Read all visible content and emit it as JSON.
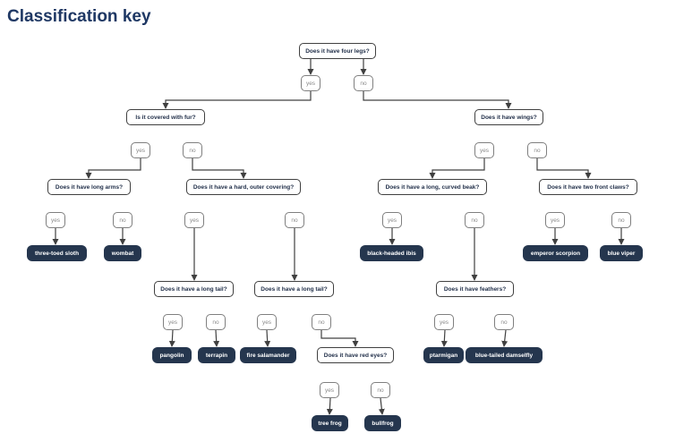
{
  "title": "Classification key",
  "labels": {
    "yes": "yes",
    "no": "no"
  },
  "questions": {
    "root": "Does it have four legs?",
    "fur": "Is it covered with fur?",
    "wings": "Does it have wings?",
    "arms": "Does it have long arms?",
    "covering": "Does it have a hard, outer covering?",
    "beak": "Does it have a long, curved beak?",
    "claws": "Does it have two front claws?",
    "tail1": "Does it have a long tail?",
    "tail2": "Does it have a long tail?",
    "feathers": "Does it have feathers?",
    "eyes": "Does it have red eyes?"
  },
  "animals": {
    "sloth": "three-toed sloth",
    "wombat": "wombat",
    "ibis": "black-headed ibis",
    "scorpion": "emperor scorpion",
    "viper": "blue viper",
    "pangolin": "pangolin",
    "terrapin": "terrapin",
    "salamander": "fire salamander",
    "ptarmigan": "ptarmigan",
    "damselfly": "blue-tailed damselfly",
    "treefrog": "tree frog",
    "bullfrog": "bullfrog"
  },
  "colors": {
    "title": "#1f3864",
    "question_text": "#22304a",
    "question_border": "#404040",
    "label_text": "#8a8a8a",
    "label_border": "#7f7f7f",
    "leaf_bg": "#25364e",
    "leaf_text": "#ffffff",
    "connector": "#404040",
    "background": "#ffffff"
  },
  "chart_data": {
    "type": "decision-tree",
    "title": "Classification key",
    "tree": {
      "question": "Does it have four legs?",
      "yes": {
        "question": "Is it covered with fur?",
        "yes": {
          "question": "Does it have long arms?",
          "yes": "three-toed sloth",
          "no": "wombat"
        },
        "no": {
          "question": "Does it have a hard, outer covering?",
          "yes": {
            "question": "Does it have a long tail?",
            "yes": "pangolin",
            "no": "terrapin"
          },
          "no": {
            "question": "Does it have a long tail?",
            "yes": "fire salamander",
            "no": {
              "question": "Does it have red eyes?",
              "yes": "tree frog",
              "no": "bullfrog"
            }
          }
        }
      },
      "no": {
        "question": "Does it have wings?",
        "yes": {
          "question": "Does it have a long, curved beak?",
          "yes": "black-headed ibis",
          "no": {
            "question": "Does it have feathers?",
            "yes": "ptarmigan",
            "no": "blue-tailed damselfly"
          }
        },
        "no": {
          "question": "Does it have two front claws?",
          "yes": "emperor scorpion",
          "no": "blue viper"
        }
      }
    }
  }
}
